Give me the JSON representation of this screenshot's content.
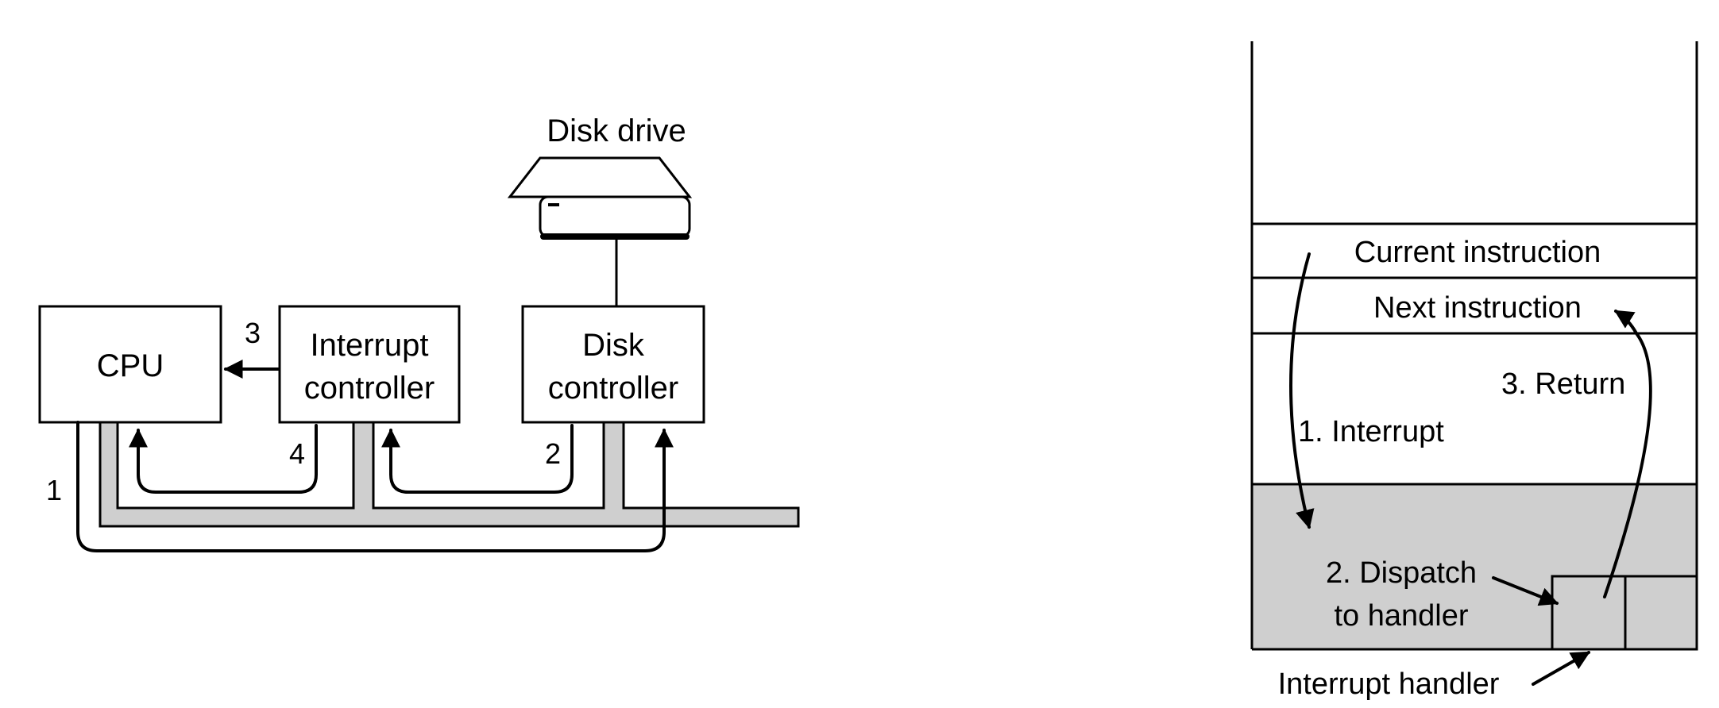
{
  "left": {
    "disk_drive_label": "Disk drive",
    "cpu_label": "CPU",
    "interrupt_controller_label": [
      "Interrupt",
      "controller"
    ],
    "disk_controller_label": [
      "Disk",
      "controller"
    ],
    "step_labels": [
      "1",
      "2",
      "3",
      "4"
    ]
  },
  "right": {
    "current_instruction": "Current instruction",
    "next_instruction": "Next instruction",
    "interrupt_label": "1. Interrupt",
    "dispatch_label": [
      "2. Dispatch",
      "to handler"
    ],
    "return_label": "3. Return",
    "handler_label": "Interrupt handler"
  },
  "colors": {
    "bus_fill": "#cfcfcf",
    "memory_shade": "#cfcfcf",
    "stroke": "#000000"
  }
}
